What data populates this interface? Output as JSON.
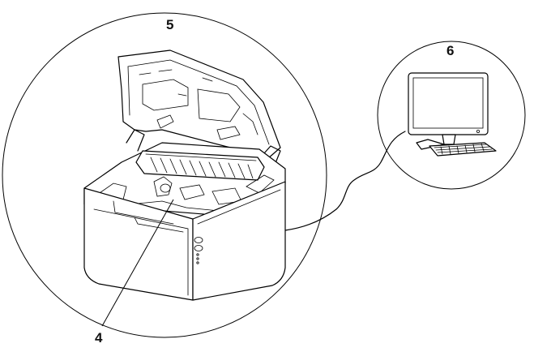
{
  "callouts": {
    "printer_zoom": "5",
    "computer_zoom": "6",
    "inner_part": "4"
  },
  "icons": {
    "printer": "laser-printer-open-cover-icon",
    "computer": "desktop-computer-icon",
    "keyboard": "keyboard-icon"
  },
  "colors": {
    "line": "#000000",
    "background": "#ffffff"
  }
}
